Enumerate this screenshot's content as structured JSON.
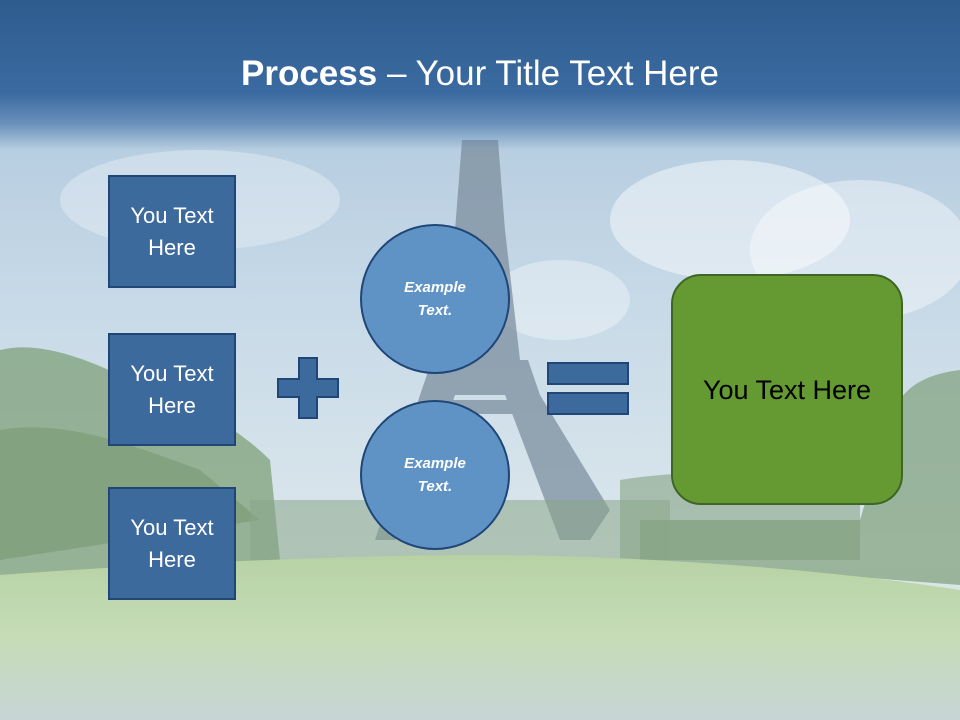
{
  "colors": {
    "header_blue": "#3a6aa0",
    "box_fill": "#3d6a9c",
    "box_border": "#1f4677",
    "circle_fill": "#5f93c6",
    "result_fill": "#659a33",
    "operator_fill": "#3d6a9c"
  },
  "slide": {
    "title_bold": "Process",
    "title_rest": " – Your Title Text Here"
  },
  "boxes": [
    {
      "text": "You Text Here"
    },
    {
      "text": "You Text Here"
    },
    {
      "text": "You Text Here"
    }
  ],
  "circles": [
    {
      "text": "Example Text."
    },
    {
      "text": "Example Text."
    }
  ],
  "result": {
    "text": "You Text Here"
  },
  "icons": {
    "plus": "plus-icon",
    "equals": "equals-icon"
  }
}
